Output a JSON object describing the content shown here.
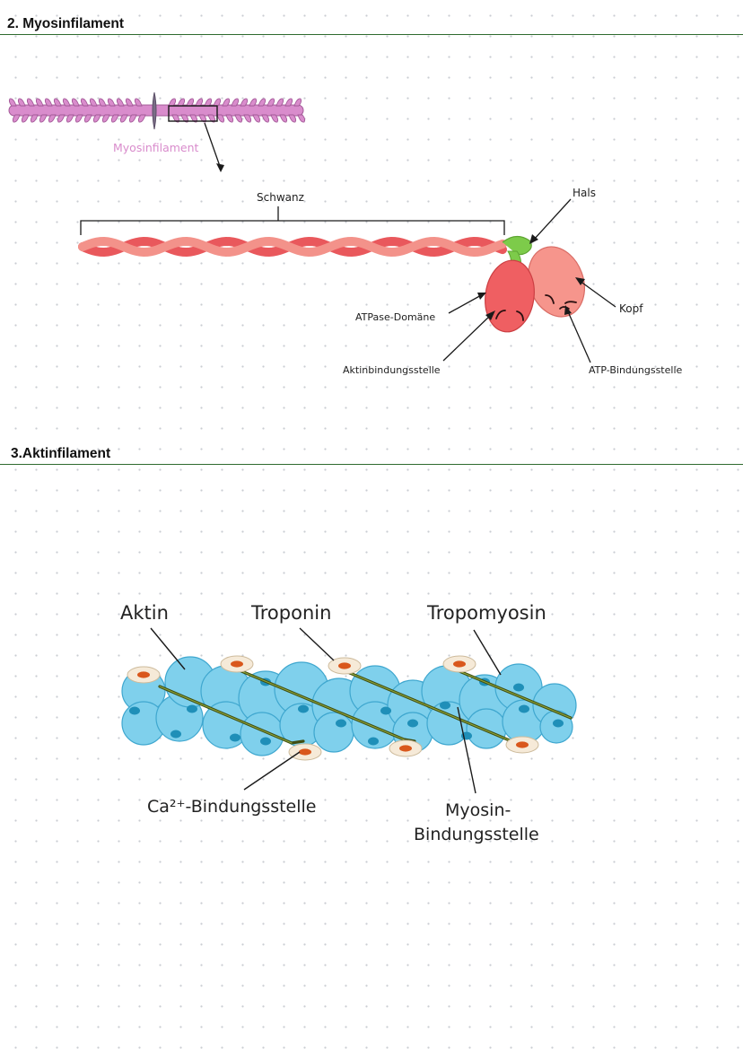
{
  "sections": [
    {
      "title": "2. Myosinfilament"
    },
    {
      "title": "3.Aktinfilament"
    }
  ],
  "myosin": {
    "overview_label": "Myosinfilament",
    "labels": {
      "tail": "Schwanz",
      "neck": "Hals",
      "head": "Kopf",
      "atpase": "ATPase-Domäne",
      "actin_site": "Aktinbindungsstelle",
      "atp_site": "ATP-Bindungsstelle"
    },
    "colors": {
      "filament": "#d98ccc",
      "tail_dark": "#e9585c",
      "tail_light": "#f3928a",
      "head_dark": "#ef5f62",
      "head_light": "#f6958c",
      "neck": "#7dcb4a"
    }
  },
  "actin": {
    "labels": {
      "actin": "Aktin",
      "troponin": "Troponin",
      "tropomyosin": "Tropomyosin",
      "ca_site": "Ca²⁺-Bindungsstelle",
      "myosin_site_line1": "Myosin-",
      "myosin_site_line2": "Bindungsstelle"
    },
    "colors": {
      "globule": "#7fd0ec",
      "globule_edge": "#3fa7cf",
      "spot": "#1f8fb8",
      "strand": "#3f4d12",
      "troponin": "#f6ead8",
      "troponin_core": "#d9571c"
    }
  }
}
